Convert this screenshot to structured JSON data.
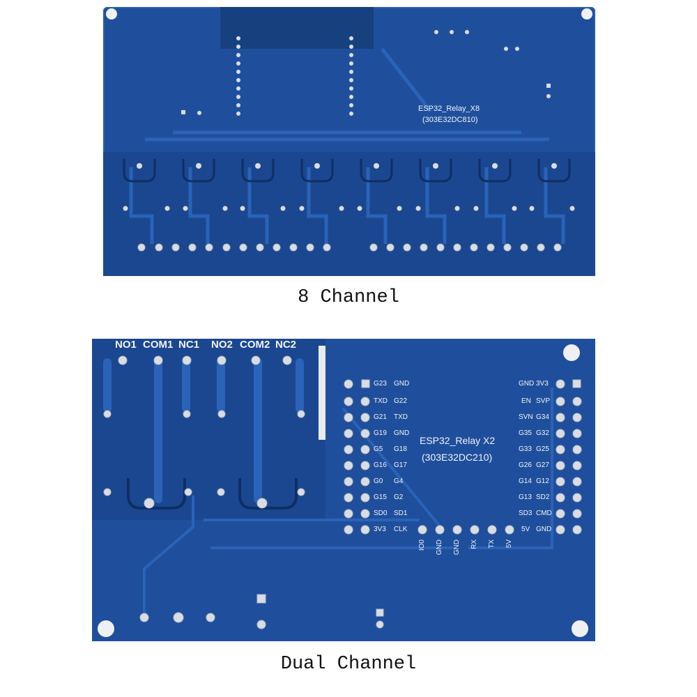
{
  "boards": {
    "eight": {
      "caption": "8 Channel",
      "silk_title": "ESP32_Relay_X8",
      "silk_code": "(303E32DC810)"
    },
    "dual": {
      "caption": "Dual Channel",
      "silk_title": "ESP32_Relay X2",
      "silk_code": "(303E32DC210)",
      "relay_labels": [
        "NO1",
        "COM1",
        "NC1",
        "NO2",
        "COM2",
        "NC2"
      ],
      "left_header_labels": [
        "G23",
        "TXD",
        "G21",
        "G19",
        "G5",
        "G16",
        "G0",
        "G15",
        "SD0",
        "3V3"
      ],
      "left_header_labels_b": [
        "GND",
        "G22",
        "TXD",
        "GND",
        "G18",
        "G17",
        "G4",
        "G2",
        "SD1",
        "CLK"
      ],
      "right_header_labels_a": [
        "GND",
        "EN",
        "SVN",
        "G35",
        "G33",
        "G26",
        "G14",
        "G13",
        "SD3",
        "5V"
      ],
      "right_header_labels_b": [
        "3V3",
        "SVP",
        "G34",
        "G32",
        "G25",
        "G27",
        "G12",
        "SD2",
        "CMD",
        "GND"
      ],
      "bottom_header_labels": [
        "IO0",
        "GND",
        "GND",
        "RX",
        "TX",
        "5V"
      ]
    }
  },
  "colors": {
    "pcb": "#1f4f9c",
    "trace": "#2a63b8",
    "pad": "#d9dde3",
    "silk": "#f2f4f8"
  }
}
